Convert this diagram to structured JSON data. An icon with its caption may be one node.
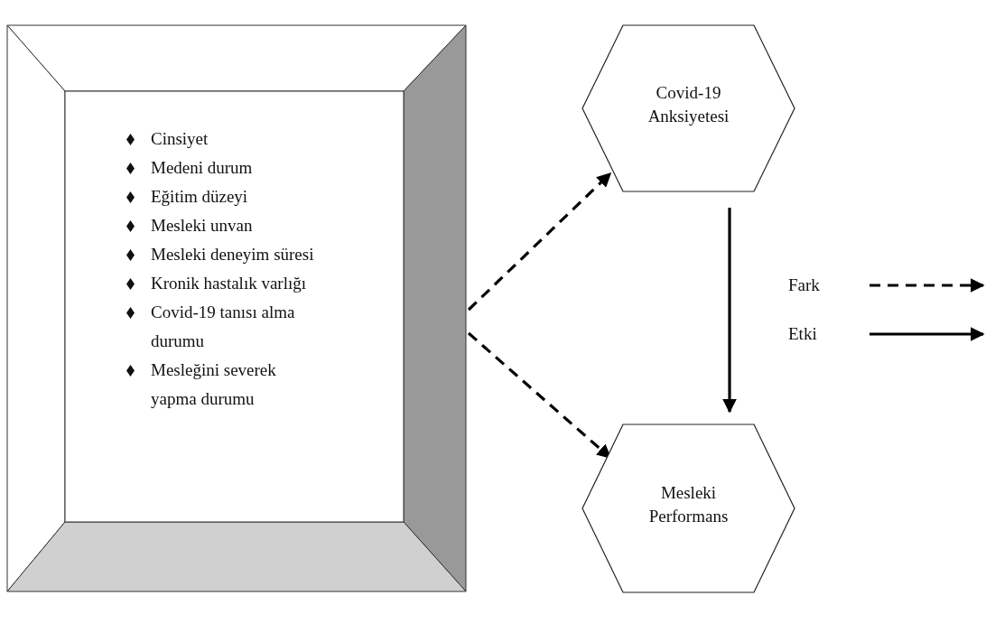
{
  "diagram": {
    "nodes": [
      {
        "text": [
          "Cinsiyet",
          "Medeni durum",
          "Eğitim düzeyi",
          "Mesleki unvan",
          "Mesleki deneyim süresi",
          "Kronik hastalık varlığı",
          "Covid-19 tanısı alma durumu",
          "Mesleğini severek yapma durumu"
        ]
      },
      {
        "text": [
          "Covid-19 Anksiyetesi"
        ]
      },
      {
        "text": [
          "Mesleki Performans"
        ]
      }
    ],
    "edges": [
      {
        "from": 0,
        "to": 1,
        "arrow": "to",
        "style": "dashed"
      },
      {
        "from": 0,
        "to": 2,
        "arrow": "to",
        "style": "dashed"
      },
      {
        "from": 1,
        "to": 2,
        "arrow": "to"
      }
    ],
    "legend": [
      {
        "text": "Fark"
      },
      {
        "text": "Etki"
      }
    ]
  }
}
